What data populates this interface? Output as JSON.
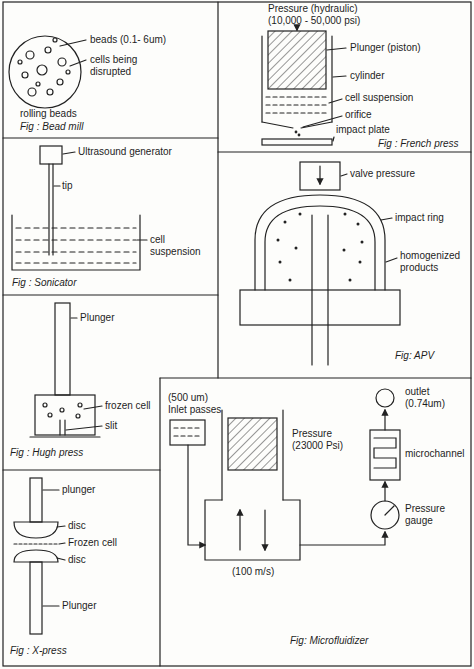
{
  "diagram": {
    "labels": [
      "beads (0.1- 6um)",
      "cells being disrupted",
      "rolling beads",
      "Fig : Bead mill",
      "Pressure (hydraulic) (10,000 - 50,000 psi)",
      "Plunger (piston)",
      "cylinder",
      "cell suspension",
      "orifice",
      "impact plate",
      "Fig : French press",
      "Ultrasound generator",
      "tip",
      "cell suspension",
      "Fig : Sonicator",
      "valve pressure",
      "impact ring",
      "homogenized products",
      "Fig: APV",
      "Plunger",
      "frozen cell",
      "slit",
      "Fig : Hugh press",
      "plunger",
      "disc",
      "Frozen cell",
      "disc",
      "Plunger",
      "Fig : X-press",
      "(500 um) Inlet passes",
      "Pressure (23000 Psi)",
      "outlet (0.74um)",
      "microchannel",
      "Pressure gauge",
      "(100 m/s)",
      "Fig: Microfluidizer"
    ]
  }
}
